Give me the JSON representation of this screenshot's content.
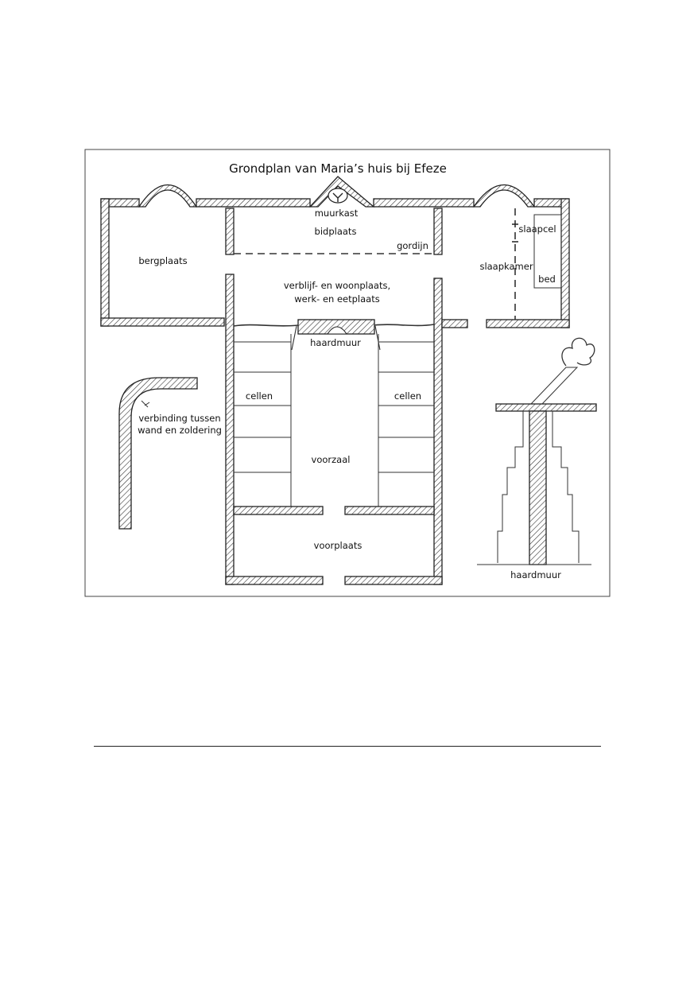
{
  "title": "Grondplan van Maria’s huis bij Efeze",
  "labels": {
    "muurkast": "muurkast",
    "bidplaats": "bidplaats",
    "gordijn": "gordijn",
    "bergplaats": "bergplaats",
    "slaapcel": "slaapcel",
    "slaapkamer": "slaapkamer",
    "bed": "bed",
    "woonplaats_line1": "verblijf- en woonplaats,",
    "woonplaats_line2": "werk- en eetplaats",
    "haardmuur_plan": "haardmuur",
    "cellen_left": "cellen",
    "cellen_right": "cellen",
    "verbinding_line1": "verbinding tussen",
    "verbinding_line2": "wand en zoldering",
    "voorzaal": "voorzaal",
    "voorplaats": "voorplaats",
    "haardmuur_elevation": "haardmuur"
  }
}
